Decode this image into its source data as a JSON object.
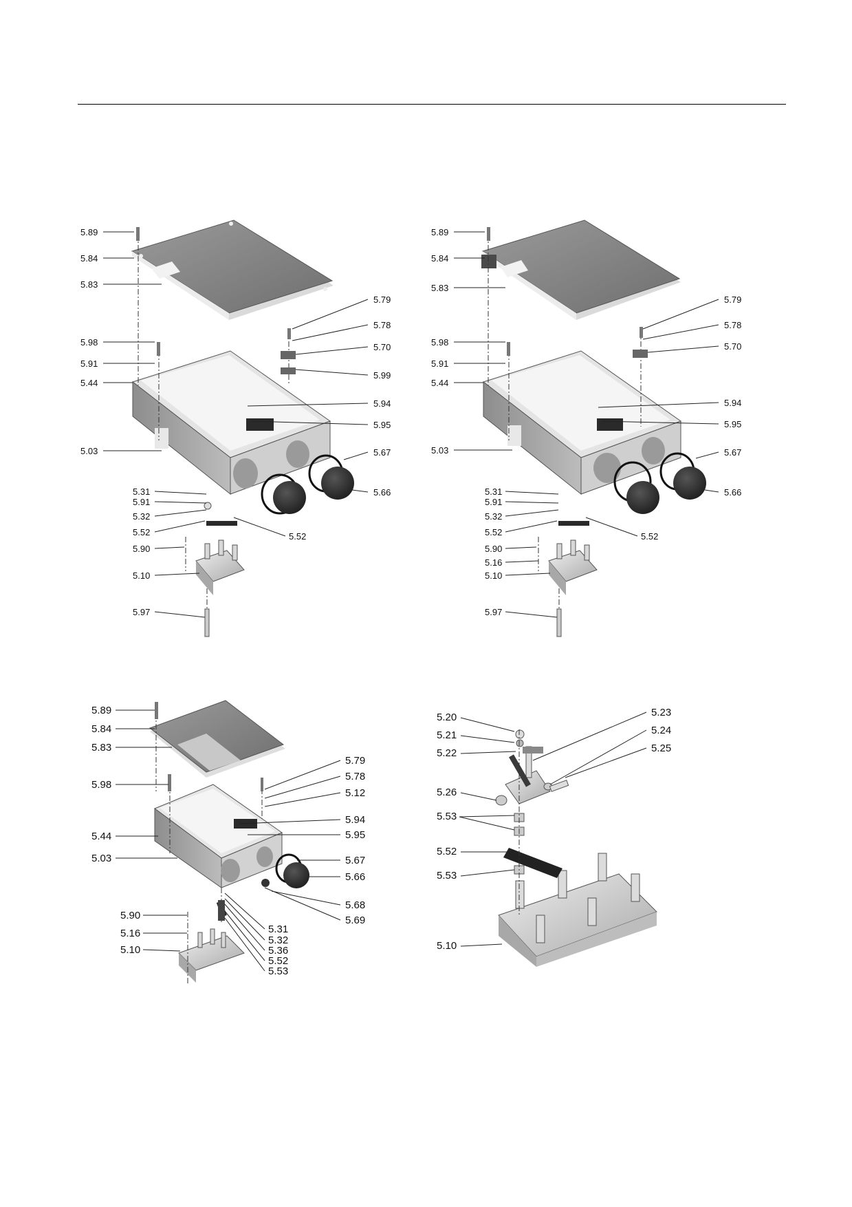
{
  "diagrams": {
    "d1": {
      "labels": [
        "5.89",
        "5.84",
        "5.83",
        "5.98",
        "5.91",
        "5.44",
        "5.03",
        "5.31",
        "5.91",
        "5.32",
        "5.52",
        "5.90",
        "5.10",
        "5.97",
        "5.79",
        "5.78",
        "5.70",
        "5.99",
        "5.94",
        "5.95",
        "5.67",
        "5.66",
        "5.52"
      ]
    },
    "d2": {
      "labels": [
        "5.89",
        "5.84",
        "5.83",
        "5.98",
        "5.91",
        "5.44",
        "5.03",
        "5.31",
        "5.91",
        "5.32",
        "5.52",
        "5.90",
        "5.16",
        "5.10",
        "5.97",
        "5.79",
        "5.78",
        "5.70",
        "5.94",
        "5.95",
        "5.67",
        "5.66",
        "5.52"
      ]
    },
    "d3": {
      "labels": [
        "5.89",
        "5.84",
        "5.83",
        "5.98",
        "5.44",
        "5.03",
        "5.90",
        "5.16",
        "5.10",
        "5.79",
        "5.78",
        "5.12",
        "5.94",
        "5.95",
        "5.67",
        "5.66",
        "5.68",
        "5.69",
        "5.31",
        "5.32",
        "5.36",
        "5.52",
        "5.53"
      ]
    },
    "d4": {
      "labels": [
        "5.20",
        "5.21",
        "5.22",
        "5.26",
        "5.53",
        "5.52",
        "5.53",
        "5.10",
        "5.23",
        "5.24",
        "5.25"
      ]
    }
  },
  "colors": {
    "lid": "#8a8a8a",
    "lid_edge": "#d6d6d6",
    "housing": "#bdbdbd",
    "housing_inner": "#efefef",
    "seal": "#3a3a3a",
    "terminal": "#cfcfcf"
  }
}
